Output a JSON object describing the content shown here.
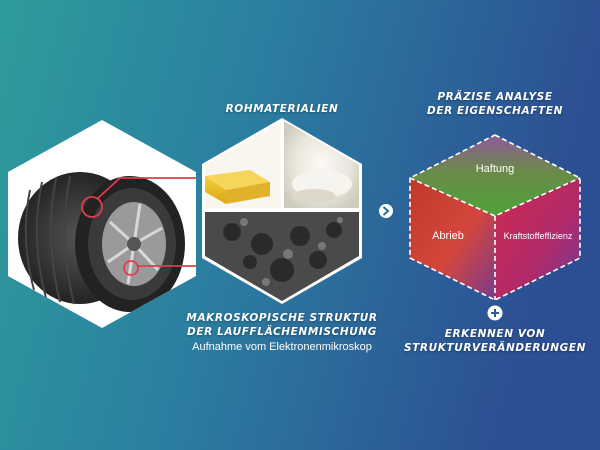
{
  "labels": {
    "rohmaterialien": "ROHMATERIALIEN",
    "analyse_line1": "PRÄZISE ANALYSE",
    "analyse_line2": "DER EIGENSCHAFTEN",
    "makro_line1": "MAKROSKOPISCHE STRUKTUR",
    "makro_line2": "DER LAUFFLÄCHENMISCHUNG",
    "makro_caption": "Aufnahme vom Elektronenmikroskop",
    "erkennen_line1": "ERKENNEN VON",
    "erkennen_line2": "STRUKTURVERÄNDERUNGEN"
  },
  "cube": {
    "top": "Haftung",
    "left": "Abrieb",
    "right": "Kraftstoffeffizienz"
  },
  "icons": {
    "arrow": "chevron-right-icon",
    "plus": "plus-icon"
  },
  "colors": {
    "bg_left": "#2e9c9c",
    "bg_right": "#2c4e93",
    "top_face": "#5e9a3a",
    "left_face": "#d8443a",
    "right_face": "#cc2a4e",
    "connector": "#e23c4b"
  }
}
